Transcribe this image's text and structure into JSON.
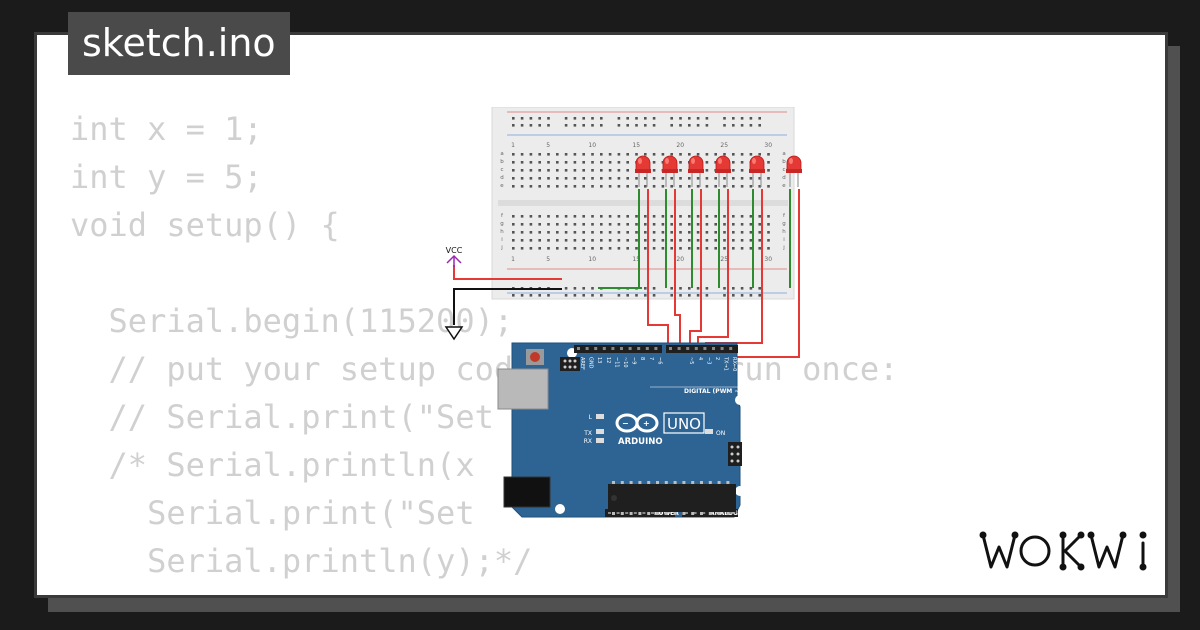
{
  "file_tab": {
    "label": "sketch.ino"
  },
  "code_lines": [
    "int x = 1;",
    "int y = 5;",
    "void setup() {",
    "",
    "  Serial.begin(115200);",
    "  // put your setup code here, to run once:",
    "  // Serial.print(\"Set",
    "  /* Serial.println(x",
    "    Serial.print(\"Set",
    "    Serial.println(y);*/",
    "}"
  ],
  "circuit": {
    "vcc_label": "VCC",
    "breadboard_numbers": [
      "1",
      "5",
      "10",
      "15",
      "20",
      "25",
      "30"
    ],
    "breadboard_rows_top": [
      "a",
      "b",
      "c",
      "d",
      "e"
    ],
    "breadboard_rows_bottom": [
      "f",
      "g",
      "h",
      "i",
      "j"
    ],
    "arduino": {
      "brand": "ARDUINO",
      "model": "UNO",
      "digital_label": "DIGITAL (PWM ~)",
      "power_label": "POWER",
      "analog_label": "ANALOG IN",
      "on_label": "ON",
      "led_labels": [
        "L",
        "TX",
        "RX"
      ],
      "top_pins": [
        "AREF",
        "GND",
        "13",
        "12",
        "~11",
        "~10",
        "~9",
        "8",
        "7",
        "~6",
        "~5",
        "4",
        "~3",
        "2",
        "TX→1",
        "RX←0"
      ],
      "power_pins": [
        "IOREF",
        "RESET",
        "3.3V",
        "5V",
        "GND",
        "GND",
        "Vin"
      ],
      "analog_pins": [
        "A0",
        "A1",
        "A2",
        "A3",
        "A4",
        "A5"
      ]
    }
  },
  "brand_logo": "WOKWI",
  "colors": {
    "background": "#1b1b1b",
    "tab": "#4a4a4a",
    "code_text": "#d0d0d0",
    "board_blue": "#2e6494",
    "led_red": "#e53935",
    "wire_red": "#e53935",
    "wire_green": "#2e8b2e",
    "vcc_purple": "#9c27b0"
  }
}
